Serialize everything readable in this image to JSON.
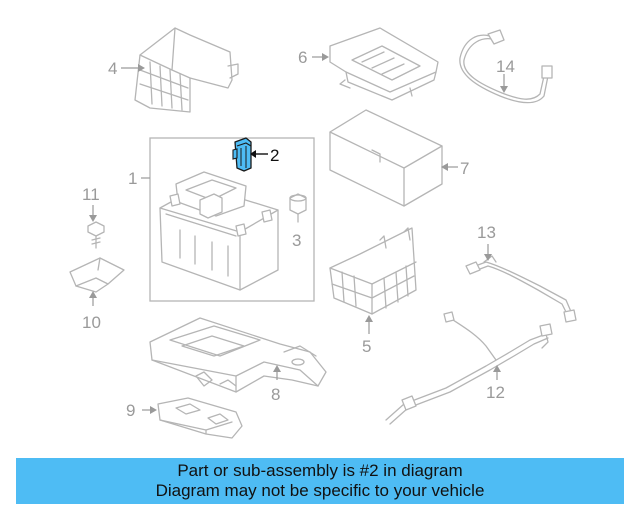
{
  "diagram": {
    "callouts": [
      {
        "id": "1",
        "label": "1"
      },
      {
        "id": "2",
        "label": "2",
        "highlighted": true
      },
      {
        "id": "3",
        "label": "3"
      },
      {
        "id": "4",
        "label": "4"
      },
      {
        "id": "5",
        "label": "5"
      },
      {
        "id": "6",
        "label": "6"
      },
      {
        "id": "7",
        "label": "7"
      },
      {
        "id": "8",
        "label": "8"
      },
      {
        "id": "9",
        "label": "9"
      },
      {
        "id": "10",
        "label": "10"
      },
      {
        "id": "11",
        "label": "11"
      },
      {
        "id": "12",
        "label": "12"
      },
      {
        "id": "13",
        "label": "13"
      },
      {
        "id": "14",
        "label": "14"
      }
    ],
    "colors": {
      "highlight_part": "#4ebcf4",
      "line_art": "#b5b5b5",
      "callout_text": "#9a9a9a"
    }
  },
  "caption": {
    "line1": "Part or sub-assembly is #2 in diagram",
    "line2": "Diagram may not be specific to your vehicle",
    "background": "#4ebcf4"
  }
}
